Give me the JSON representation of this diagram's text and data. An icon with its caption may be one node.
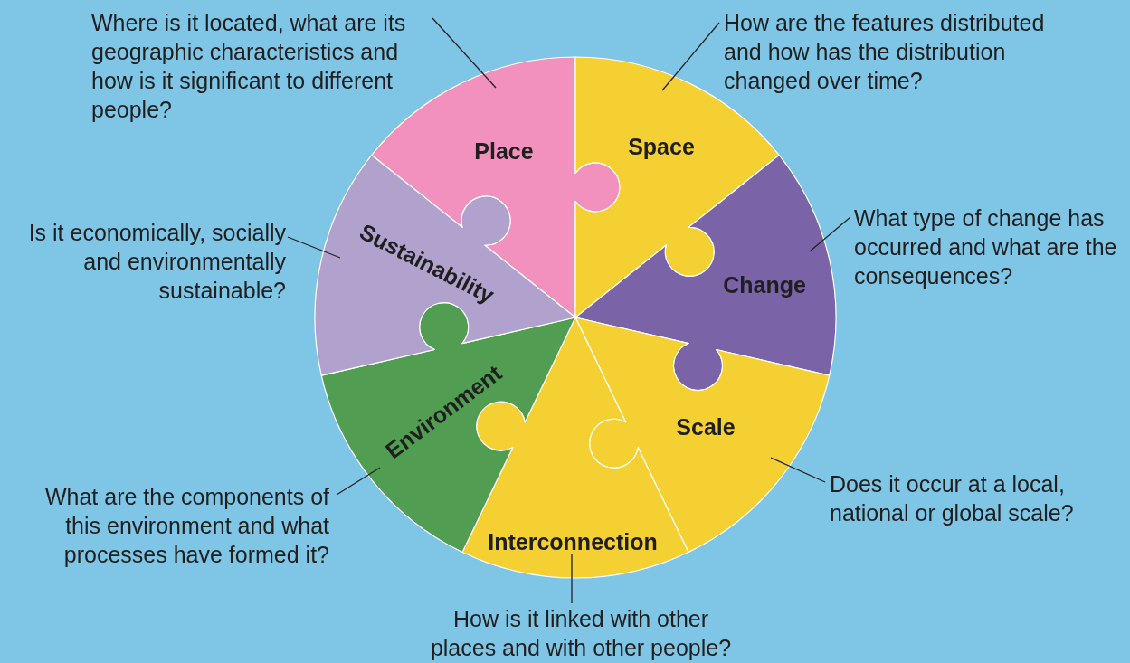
{
  "diagram": {
    "nodes": [
      {
        "text": [
          "Place"
        ]
      },
      {
        "text": [
          "Space"
        ]
      },
      {
        "text": [
          "Change"
        ]
      },
      {
        "text": [
          "Scale"
        ]
      },
      {
        "text": [
          "Interconnection"
        ]
      },
      {
        "text": [
          "Environment"
        ]
      },
      {
        "text": [
          "Sustainability"
        ]
      },
      {
        "text": [
          "Where is it located, what are its geographic characteristics and how is it significant to different people?"
        ]
      },
      {
        "text": [
          "How are the features distributed and how has the distribution changed over time?"
        ]
      },
      {
        "text": [
          "What type of change has occurred and what are the consequences?"
        ]
      },
      {
        "text": [
          "Does it occur at a local, national or global scale?"
        ]
      },
      {
        "text": [
          "How is it linked with other places and with other people?"
        ]
      },
      {
        "text": [
          "What are the components of this environment and what processes have formed it?"
        ]
      },
      {
        "text": [
          "Is it economically, socially and environmentally sustainable?"
        ]
      }
    ],
    "edges": [
      {
        "from": 7,
        "to": 0,
        "arrow": "none"
      },
      {
        "from": 8,
        "to": 1,
        "arrow": "none"
      },
      {
        "from": 9,
        "to": 2,
        "arrow": "none"
      },
      {
        "from": 10,
        "to": 3,
        "arrow": "none"
      },
      {
        "from": 11,
        "to": 4,
        "arrow": "none"
      },
      {
        "from": 12,
        "to": 5,
        "arrow": "none"
      },
      {
        "from": 13,
        "to": 6,
        "arrow": "none"
      }
    ]
  }
}
